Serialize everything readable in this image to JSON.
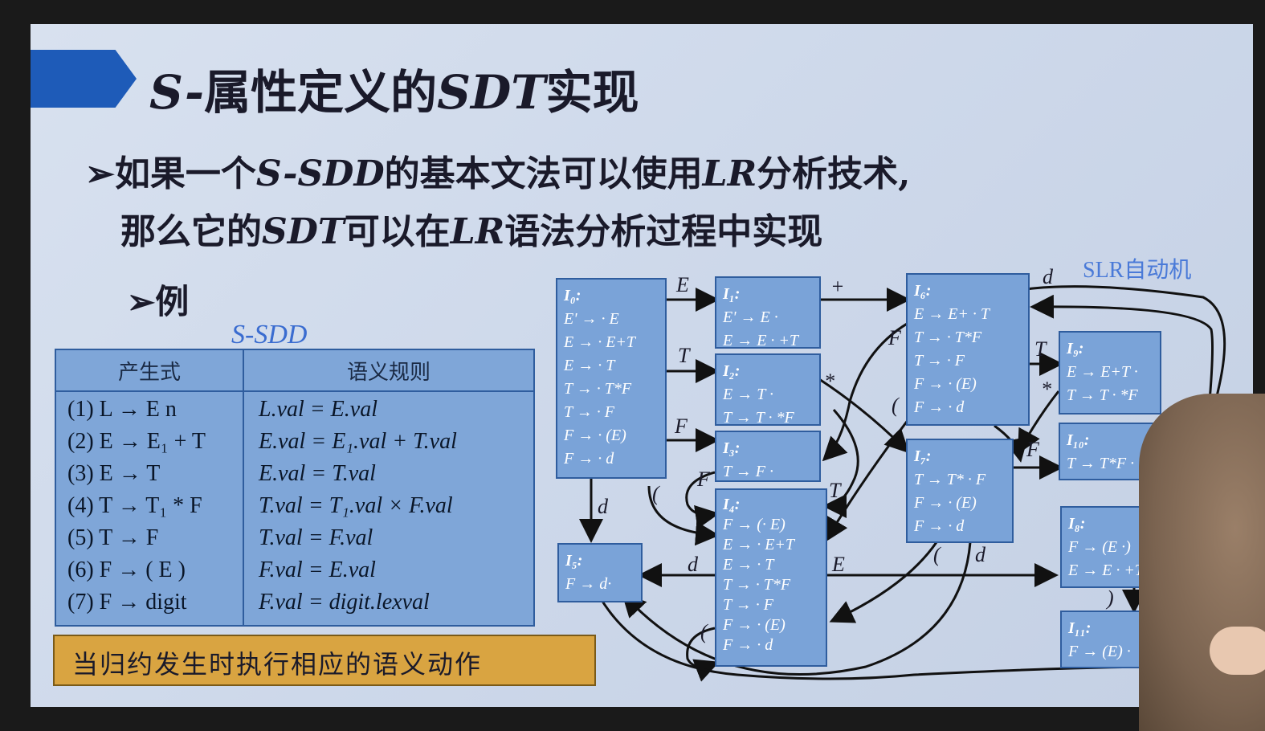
{
  "title": {
    "s_prefix": "S-",
    "mid": "属性定义的",
    "sdt": "SDT",
    "suffix": "实现"
  },
  "bullet1": {
    "marker": "➢",
    "p1": "如果一个",
    "ssdd": "S-SDD",
    "p2": "的基本文法可以使用",
    "lr": "LR",
    "p3": "分析技术,"
  },
  "bullet2": {
    "p1": "那么它的",
    "sdt": "SDT",
    "p2": "可以在",
    "lr": "LR",
    "p3": "语法分析过程中实现"
  },
  "example": {
    "label": "➢例"
  },
  "ssdd_label": "S-SDD",
  "table": {
    "headers": [
      "产生式",
      "语义规则"
    ],
    "rows": [
      {
        "prod": "(1) L → E n",
        "rule": "L.val = E.val"
      },
      {
        "prod": "(2) E → E₁ + T",
        "rule": "E.val = E₁.val + T.val"
      },
      {
        "prod": "(3) E → T",
        "rule": "E.val = T.val"
      },
      {
        "prod": "(4) T → T₁ * F",
        "rule": "T.val = T₁.val × F.val"
      },
      {
        "prod": "(5) T → F",
        "rule": "T.val = F.val"
      },
      {
        "prod": "(6) F → ( E )",
        "rule": "F.val = E.val"
      },
      {
        "prod": "(7) F → digit",
        "rule": "F.val = digit.lexval"
      }
    ]
  },
  "note": "当归约发生时执行相应的语义动作",
  "automaton": {
    "label": "SLR自动机",
    "states": {
      "I0": {
        "name": "I₀:",
        "items": [
          "E' → · E",
          "E → · E+T",
          "E → · T",
          "T → · T*F",
          "T → · F",
          "F → · (E)",
          "F → · d"
        ]
      },
      "I1": {
        "name": "I₁:",
        "items": [
          "E' → E ·",
          "E → E · +T"
        ]
      },
      "I2": {
        "name": "I₂:",
        "items": [
          "E → T ·",
          "T → T · *F"
        ]
      },
      "I3": {
        "name": "I₃:",
        "items": [
          "T → F ·"
        ]
      },
      "I4": {
        "name": "I₄:",
        "items": [
          "F → (· E)",
          "E → · E+T",
          "E → · T",
          "T → · T*F",
          "T → · F",
          "F → · (E)",
          "F → · d"
        ]
      },
      "I5": {
        "name": "I₅:",
        "items": [
          "F → d·"
        ]
      },
      "I6": {
        "name": "I₆:",
        "items": [
          "E → E+ · T",
          "T → · T*F",
          "T → · F",
          "F → · (E)",
          "F → · d"
        ]
      },
      "I7": {
        "name": "I₇:",
        "items": [
          "T → T* · F",
          "F → · (E)",
          "F → · d"
        ]
      },
      "I8": {
        "name": "I₈:",
        "items": [
          "F → (E ·)",
          "E → E · +T"
        ]
      },
      "I9": {
        "name": "I₉:",
        "items": [
          "E → E+T ·",
          "T → T · *F"
        ]
      },
      "I10": {
        "name": "I₁₀:",
        "items": [
          "T → T*F ·"
        ]
      },
      "I11": {
        "name": "I₁₁:",
        "items": [
          "F → (E) ·"
        ]
      }
    },
    "edge_labels": {
      "E_top": "E",
      "plus": "+",
      "T_mid": "T",
      "F_mid": "F",
      "d_top": "d",
      "F_i6": "F",
      "T_i9": "T",
      "star_i9": "*",
      "F_i10": "F",
      "star_i2": "*",
      "d_left": "d",
      "paren_i4": "(",
      "F_loop": "F",
      "T_i4": "T",
      "paren_i6": "(",
      "paren_i7": "(",
      "d_i7": "d",
      "d_i5": "d",
      "E_i8": "E",
      "paren_loop": "(",
      "close_paren": ")"
    }
  }
}
